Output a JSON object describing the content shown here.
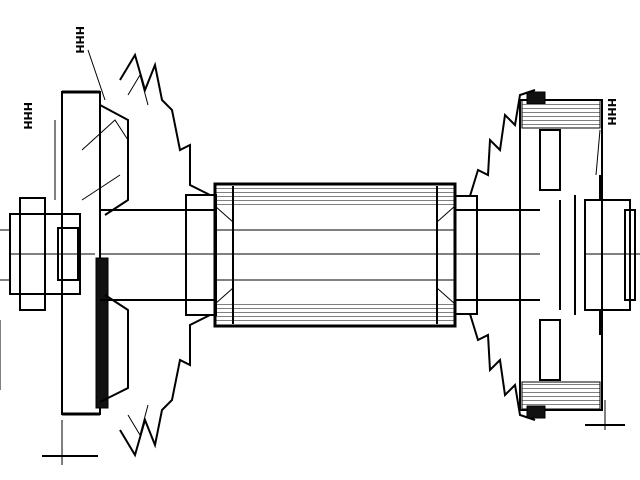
{
  "diagram": {
    "labels": {
      "left_dim_label": "HHH",
      "top_dim_label": "HHH",
      "right_dim_label": "HHH"
    }
  }
}
